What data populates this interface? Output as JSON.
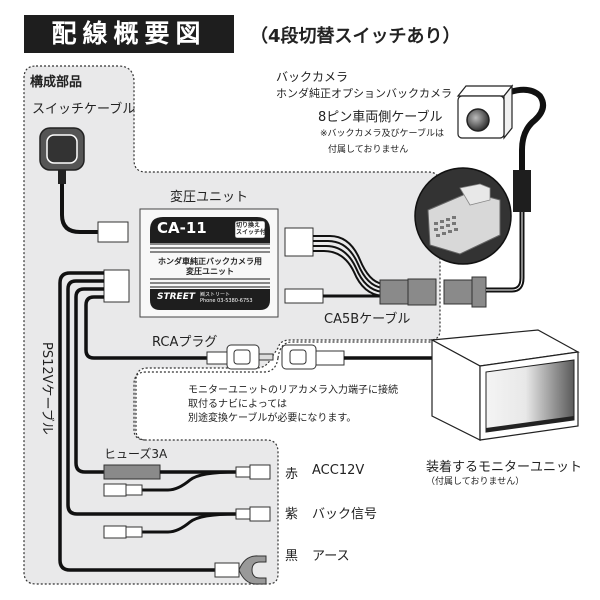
{
  "title": "配線概要図",
  "subtitle": "（4段切替スイッチあり）",
  "components_section": {
    "heading": "構成部品",
    "switch_cable_label": "スイッチケーブル"
  },
  "transformer": {
    "label": "変圧ユニット",
    "model": "CA-11",
    "badge_line1": "切り換え",
    "badge_line2": "スイッチ付",
    "desc_line1": "ホンダ車純正バックカメラ用",
    "desc_line2": "変圧ユニット",
    "brand": "STREET",
    "company": "㈱ストリート",
    "phone": "Phone 03-5380-6753"
  },
  "camera": {
    "label": "バックカメラ",
    "sublabel": "ホンダ純正オプションバックカメラ",
    "cable_label": "8ピン車両側ケーブル",
    "note_line1": "※バックカメラ及びケーブルは",
    "note_line2": "付属しておりません"
  },
  "ca5b_label": "CA5Bケーブル",
  "rca_label": "RCAプラグ",
  "rca_note": [
    "モニターユニットのリアカメラ入力端子に接続",
    "取付るナビによっては",
    "別途変換ケーブルが必要になります。"
  ],
  "ps12v_label": "PS12Vケーブル",
  "fuse_label": "ヒューズ3A",
  "wires": [
    {
      "color": "赤",
      "function": "ACC12V"
    },
    {
      "color": "紫",
      "function": "バック信号"
    },
    {
      "color": "黒",
      "function": "アース"
    }
  ],
  "monitor": {
    "label": "装着するモニターユニット",
    "note": "（付属しておりません）"
  },
  "colors": {
    "panel": "#e9e9ea",
    "dark": "#1e1e1e",
    "connector_gray": "#8a8a8a"
  }
}
